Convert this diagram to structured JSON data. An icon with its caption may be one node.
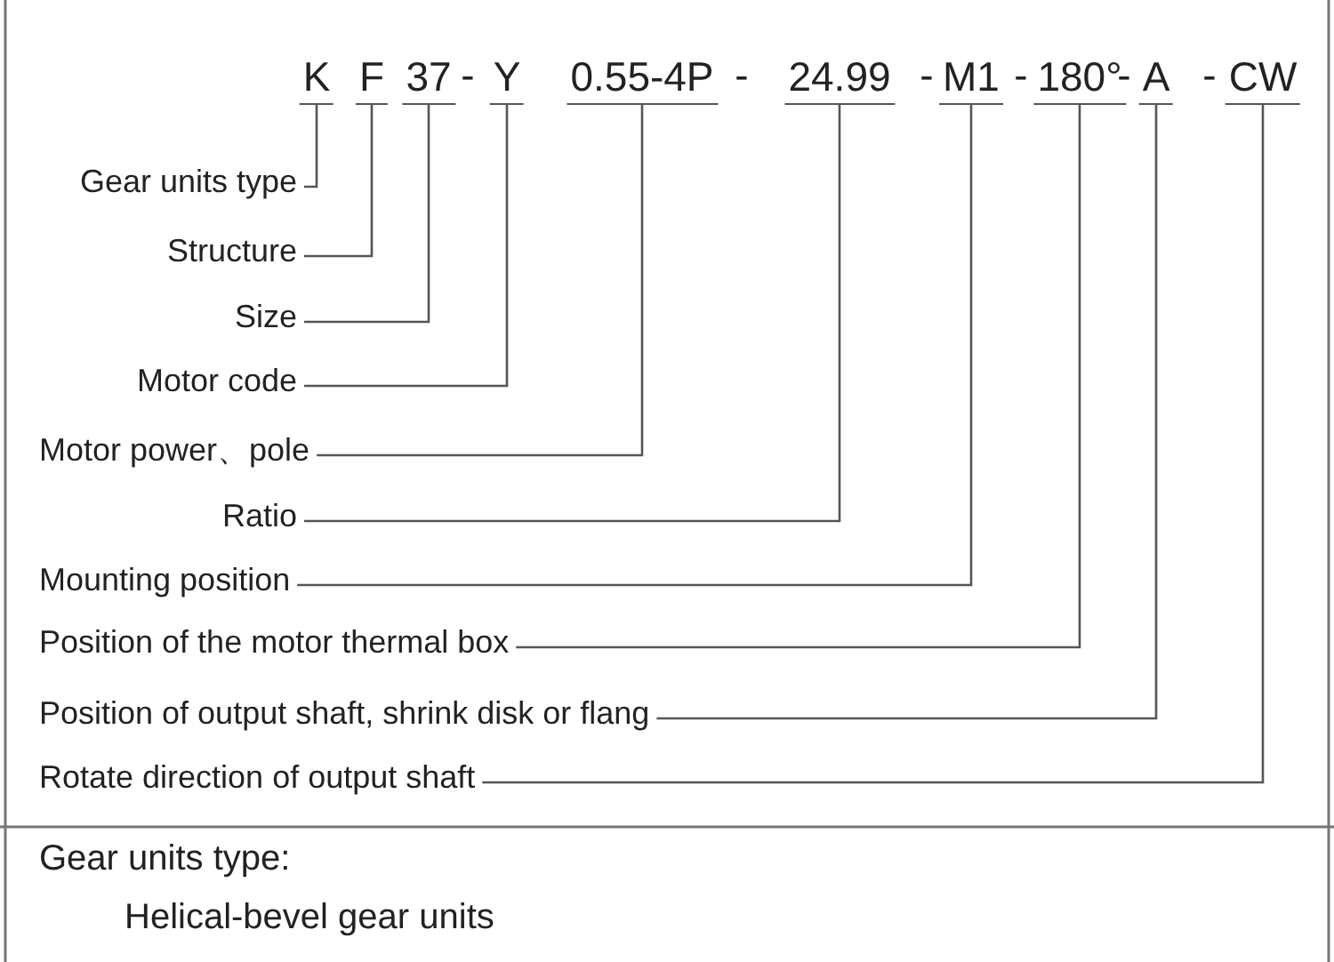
{
  "diagram": {
    "nodes": [
      {
        "text": [
          "K"
        ]
      },
      {
        "text": [
          "F"
        ]
      },
      {
        "text": [
          "37"
        ]
      },
      {
        "text": [
          "Y"
        ]
      },
      {
        "text": [
          "0.55-4P"
        ]
      },
      {
        "text": [
          "24.99"
        ]
      },
      {
        "text": [
          "M1"
        ]
      },
      {
        "text": [
          "180°"
        ]
      },
      {
        "text": [
          "A"
        ]
      },
      {
        "text": [
          "CW"
        ]
      },
      {
        "text": [
          "Gear units type"
        ]
      },
      {
        "text": [
          "Structure"
        ]
      },
      {
        "text": [
          "Size"
        ]
      },
      {
        "text": [
          "Motor code"
        ]
      },
      {
        "text": [
          "Motor power、pole"
        ]
      },
      {
        "text": [
          "Ratio"
        ]
      },
      {
        "text": [
          "Mounting position"
        ]
      },
      {
        "text": [
          "Position of the motor thermal box"
        ]
      },
      {
        "text": [
          "Position of output shaft, shrink disk or flang"
        ]
      },
      {
        "text": [
          "Rotate direction of output shaft"
        ]
      }
    ],
    "edges": [
      {
        "from": 10,
        "to": 0,
        "arrow": "none"
      },
      {
        "from": 11,
        "to": 1,
        "arrow": "none"
      },
      {
        "from": 12,
        "to": 2,
        "arrow": "none"
      },
      {
        "from": 13,
        "to": 3,
        "arrow": "none"
      },
      {
        "from": 14,
        "to": 4,
        "arrow": "none"
      },
      {
        "from": 15,
        "to": 5,
        "arrow": "none"
      },
      {
        "from": 16,
        "to": 6,
        "arrow": "none"
      },
      {
        "from": 17,
        "to": 7,
        "arrow": "none"
      },
      {
        "from": 18,
        "to": 8,
        "arrow": "none"
      },
      {
        "from": 19,
        "to": 9,
        "arrow": "none"
      }
    ],
    "labels": [
      "-",
      "-",
      "-",
      "-",
      "-",
      "-",
      "Gear units type:",
      "Helical-bevel gear units"
    ]
  }
}
